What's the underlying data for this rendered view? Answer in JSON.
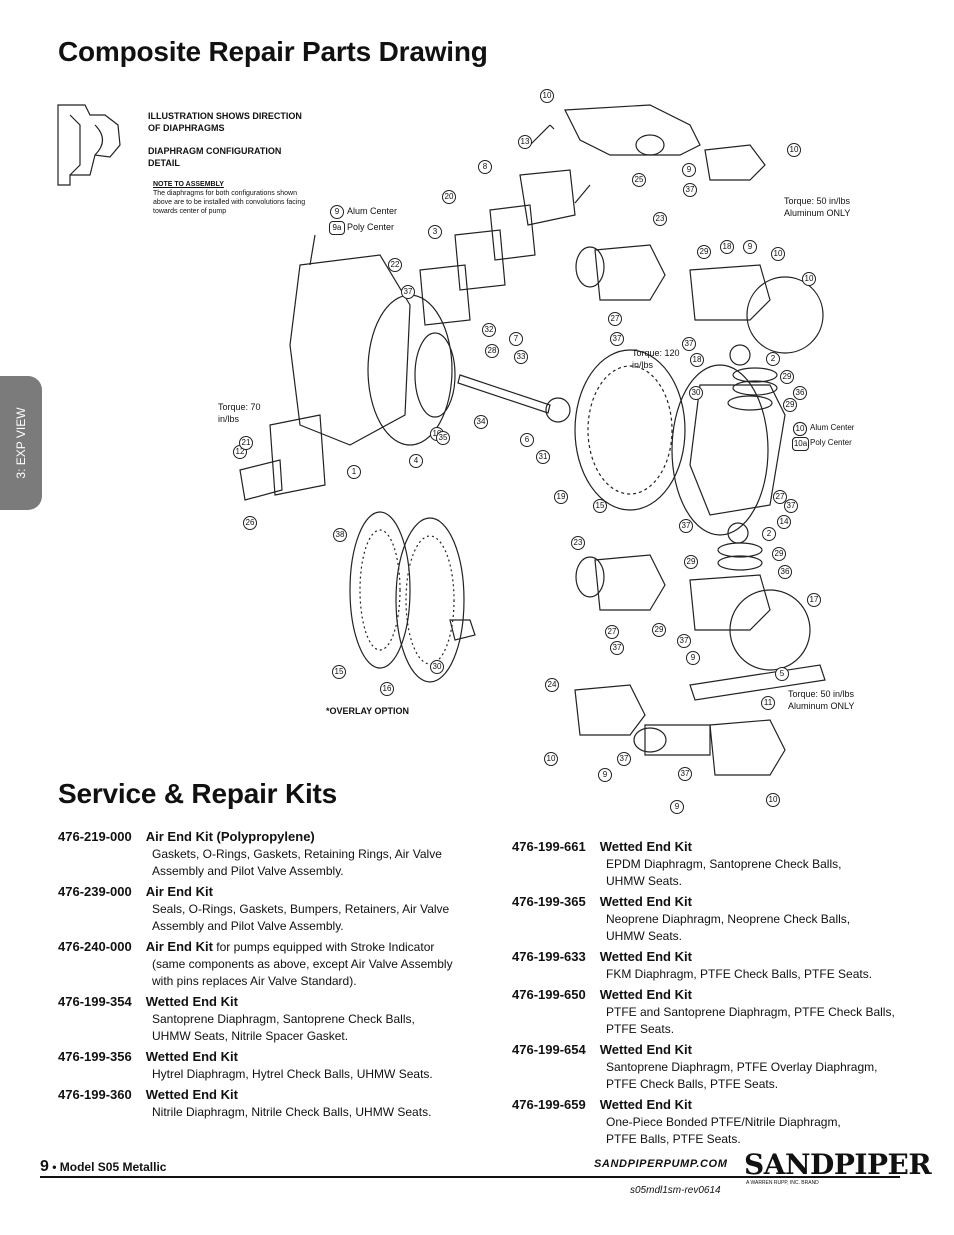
{
  "page": {
    "title": "Composite Repair Parts Drawing",
    "section_title": "Service & Repair Kits",
    "side_tab": "3: EXP VIEW"
  },
  "drawing": {
    "illustration_note": "ILLUSTRATION SHOWS DIRECTION OF DIAPHRAGMS",
    "config_note": "DIAPHRAGM CONFIGURATION DETAIL",
    "note_to_assembly_title": "NOTE TO ASSEMBLY",
    "note_to_assembly_text": "The diaphragms for both configurations shown above are to be installed with convolutions facing towards center of pump",
    "legend_9": "9",
    "legend_9_label": "Alum Center",
    "legend_9a": "9a",
    "legend_9a_label": "Poly Center",
    "legend_10": "10",
    "legend_10_label": "Alum Center",
    "legend_10a": "10a",
    "legend_10a_label": "Poly Center",
    "torque_top_right": "Torque: 50 in/lbs Aluminum ONLY",
    "torque_bottom_right": "Torque: 50 in/lbs Aluminum ONLY",
    "torque_120": "Torque: 120 in/lbs",
    "torque_70": "Torque: 70 in/lbs",
    "overlay_option": "*OVERLAY OPTION",
    "callouts": [
      "10",
      "13",
      "8",
      "20",
      "3",
      "22",
      "37",
      "9",
      "25",
      "37",
      "10",
      "23",
      "29",
      "18",
      "9",
      "10",
      "10",
      "27",
      "37",
      "37",
      "18",
      "2",
      "29",
      "36",
      "29",
      "32",
      "7",
      "28",
      "33",
      "34",
      "6",
      "31",
      "19",
      "15",
      "30",
      "10",
      "10a",
      "37",
      "27",
      "14",
      "37",
      "2",
      "29",
      "36",
      "17",
      "29",
      "23",
      "27",
      "37",
      "29",
      "37",
      "9",
      "5",
      "11",
      "24",
      "10",
      "9",
      "37",
      "37",
      "9",
      "10",
      "12",
      "26",
      "21",
      "4",
      "10",
      "35",
      "1",
      "38",
      "15",
      "16",
      "30"
    ]
  },
  "kits_left": [
    {
      "pn": "476-219-000",
      "name": "Air End Kit (Polypropylene)",
      "desc": [
        "Gaskets, O-Rings, Gaskets, Retaining Rings, Air Valve",
        "Assembly  and Pilot Valve Assembly."
      ]
    },
    {
      "pn": "476-239-000",
      "name": "Air End Kit",
      "desc": [
        "Seals, O-Rings, Gaskets, Bumpers, Retainers, Air Valve",
        "Assembly and Pilot Valve Assembly."
      ]
    },
    {
      "pn": "476-240-000",
      "name": "Air End Kit",
      "name_suffix": " for pumps equipped with Stroke Indicator",
      "desc": [
        "(same components as above, except Air Valve Assembly",
        "with pins replaces Air Valve Standard)."
      ]
    },
    {
      "pn": "476-199-354",
      "name": "Wetted End Kit",
      "desc": [
        "Santoprene Diaphragm, Santoprene Check Balls,",
        "UHMW Seats, Nitrile Spacer Gasket."
      ]
    },
    {
      "pn": "476-199-356",
      "name": "Wetted End Kit",
      "desc": [
        "Hytrel Diaphragm, Hytrel Check Balls, UHMW Seats."
      ]
    },
    {
      "pn": "476-199-360",
      "name": "Wetted End Kit",
      "desc": [
        "Nitrile Diaphragm, Nitrile Check Balls, UHMW Seats."
      ]
    }
  ],
  "kits_right": [
    {
      "pn": "476-199-661",
      "name": "Wetted End Kit",
      "desc": [
        "EPDM Diaphragm, Santoprene Check Balls,",
        "UHMW Seats."
      ]
    },
    {
      "pn": "476-199-365",
      "name": "Wetted End Kit",
      "desc": [
        "Neoprene Diaphragm, Neoprene Check Balls,",
        "UHMW Seats."
      ]
    },
    {
      "pn": "476-199-633",
      "name": "Wetted End Kit",
      "desc": [
        "FKM Diaphragm, PTFE Check Balls, PTFE Seats."
      ]
    },
    {
      "pn": "476-199-650",
      "name": "Wetted End Kit",
      "desc": [
        "PTFE and Santoprene Diaphragm, PTFE Check Balls,",
        "PTFE Seats."
      ]
    },
    {
      "pn": "476-199-654",
      "name": "Wetted End Kit",
      "desc": [
        "Santoprene Diaphragm, PTFE Overlay Diaphragm,",
        "PTFE Check Balls, PTFE Seats."
      ]
    },
    {
      "pn": "476-199-659",
      "name": "Wetted End Kit",
      "desc": [
        "One-Piece Bonded PTFE/Nitrile Diaphragm,",
        "PTFE Balls, PTFE Seats."
      ]
    }
  ],
  "footer": {
    "page_number": "9",
    "model": " • Model S05 Metallic",
    "website": "SANDPIPERPUMP.COM",
    "logo": "SANDPIPER",
    "logo_sub": "A WARREN RUPP, INC. BRAND",
    "doc_code": "s05mdl1sm-rev0614"
  }
}
